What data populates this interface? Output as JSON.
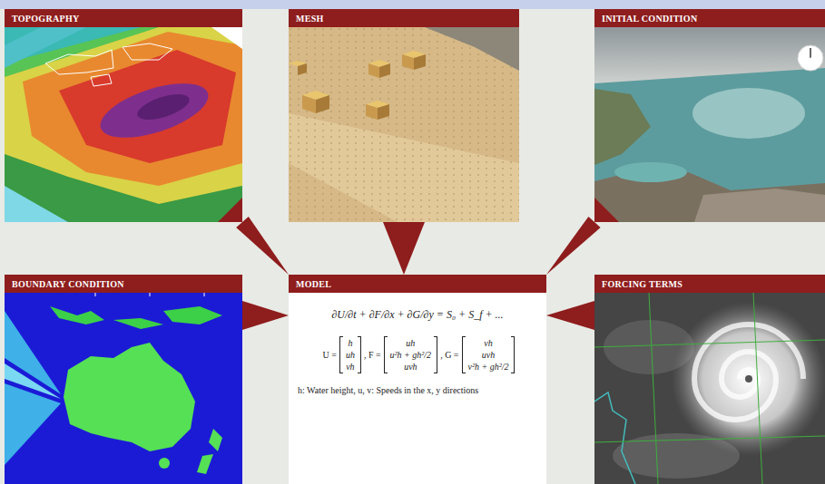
{
  "diagram": {
    "nodes": [
      {
        "text": [
          "TOPOGRAPHY"
        ]
      },
      {
        "text": [
          "MESH"
        ]
      },
      {
        "text": [
          "INITIAL CONDITION"
        ]
      },
      {
        "text": [
          "BOUNDARY CONDITION"
        ]
      },
      {
        "text": [
          "MODEL",
          "∂U/∂t + ∂F/∂x + ∂G/∂y = S₀ + S_f + ...",
          "U =",
          "h",
          "uh",
          "vh",
          ", F =",
          "uh",
          "u²h + gh²/2",
          "uvh",
          ", G =",
          "vh",
          "uvh",
          "v²h + gh²/2",
          "h: Water height, u, v: Speeds in the x, y directions"
        ]
      },
      {
        "text": [
          "FORCING TERMS"
        ]
      }
    ],
    "edges": [
      {
        "from": 0,
        "to": 4,
        "arrow": "to"
      },
      {
        "from": 1,
        "to": 4,
        "arrow": "to"
      },
      {
        "from": 2,
        "to": 4,
        "arrow": "to"
      },
      {
        "from": 3,
        "to": 4,
        "arrow": "to"
      },
      {
        "from": 5,
        "to": 4,
        "arrow": "to"
      }
    ],
    "labels": [
      "00:00"
    ]
  }
}
